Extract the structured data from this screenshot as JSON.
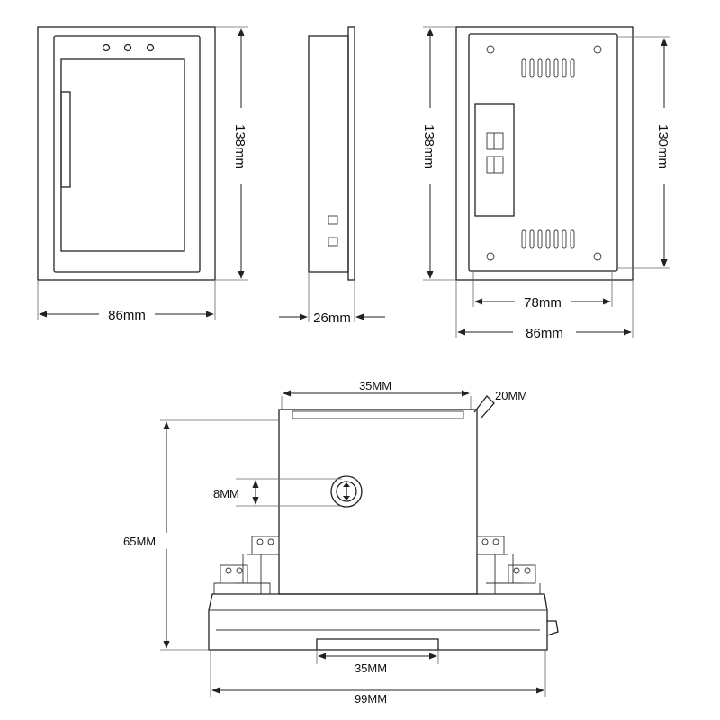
{
  "top_views": {
    "front_width": "86mm",
    "front_height": "138mm",
    "side_depth": "26mm",
    "back_height": "138mm",
    "back_inner_height": "130mm",
    "back_inner_width": "78mm",
    "back_width": "86mm"
  },
  "bottom_view": {
    "top_width": "35MM",
    "cable_label": "20MM",
    "hole_size": "8MM",
    "height": "65MM",
    "rail_width": "35MM",
    "base_width": "99MM"
  }
}
